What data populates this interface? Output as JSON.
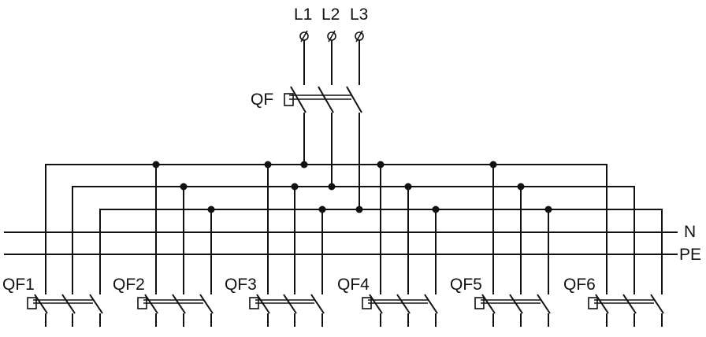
{
  "supply": {
    "terminals": [
      "L1",
      "L2",
      "L3"
    ],
    "terminal_symbol": "⌀"
  },
  "main_breaker": {
    "label": "QF"
  },
  "buses": {
    "neutral": "N",
    "protective_earth": "PE"
  },
  "branch_breakers": [
    "QF1",
    "QF2",
    "QF3",
    "QF4",
    "QF5",
    "QF6"
  ],
  "colors": {
    "line": "#111111",
    "background": "#ffffff"
  }
}
